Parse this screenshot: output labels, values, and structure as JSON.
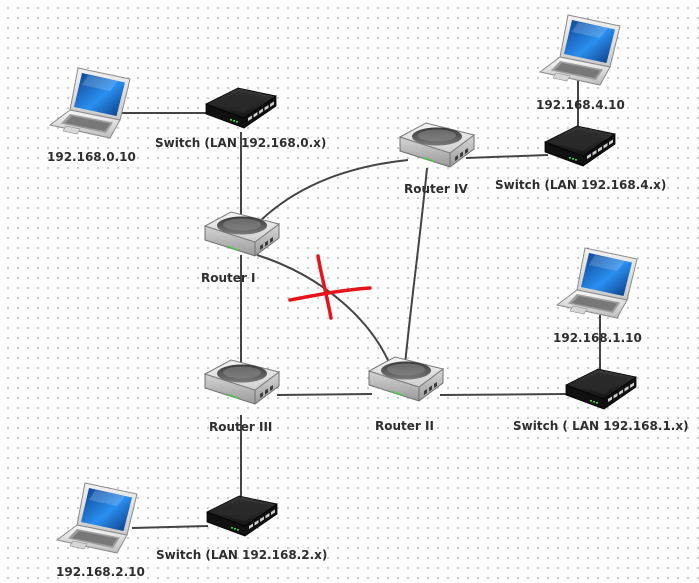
{
  "nodes": {
    "laptop_lan0": {
      "ip_label": "192.168.0.10"
    },
    "laptop_lan4": {
      "ip_label": "192.168.4.10"
    },
    "laptop_lan1": {
      "ip_label": "192.168.1.10"
    },
    "laptop_lan2": {
      "ip_label": "192.168.2.10"
    },
    "switch_lan0": {
      "label": "Switch (LAN 192.168.0.x)"
    },
    "switch_lan4": {
      "label": "Switch (LAN 192.168.4.x)"
    },
    "switch_lan1": {
      "label": "Switch ( LAN 192.168.1.x)"
    },
    "switch_lan2": {
      "label": "Switch (LAN 192.168.2.x)"
    },
    "router_1": {
      "label": "Router I"
    },
    "router_2": {
      "label": "Router II"
    },
    "router_3": {
      "label": "Router III"
    },
    "router_4": {
      "label": "Router IV"
    }
  },
  "links": [
    {
      "from": "laptop_lan0",
      "to": "switch_lan0",
      "status": "up"
    },
    {
      "from": "switch_lan0",
      "to": "router_1",
      "status": "up"
    },
    {
      "from": "router_1",
      "to": "router_4",
      "status": "up"
    },
    {
      "from": "router_1",
      "to": "router_3",
      "status": "up"
    },
    {
      "from": "router_1",
      "to": "router_2",
      "status": "broken"
    },
    {
      "from": "router_4",
      "to": "router_2",
      "status": "up"
    },
    {
      "from": "router_4",
      "to": "switch_lan4",
      "status": "up"
    },
    {
      "from": "switch_lan4",
      "to": "laptop_lan4",
      "status": "up"
    },
    {
      "from": "router_3",
      "to": "router_2",
      "status": "up"
    },
    {
      "from": "router_2",
      "to": "switch_lan1",
      "status": "up"
    },
    {
      "from": "switch_lan1",
      "to": "laptop_lan1",
      "status": "up"
    },
    {
      "from": "router_3",
      "to": "switch_lan2",
      "status": "up"
    },
    {
      "from": "switch_lan2",
      "to": "laptop_lan2",
      "status": "up"
    }
  ],
  "colors": {
    "link": "#444444",
    "broken_mark": "#e8141b",
    "device_dark": "#1c1c1c",
    "screen_blue": "#1f6fcf",
    "status_led": "#3ddc3a"
  }
}
